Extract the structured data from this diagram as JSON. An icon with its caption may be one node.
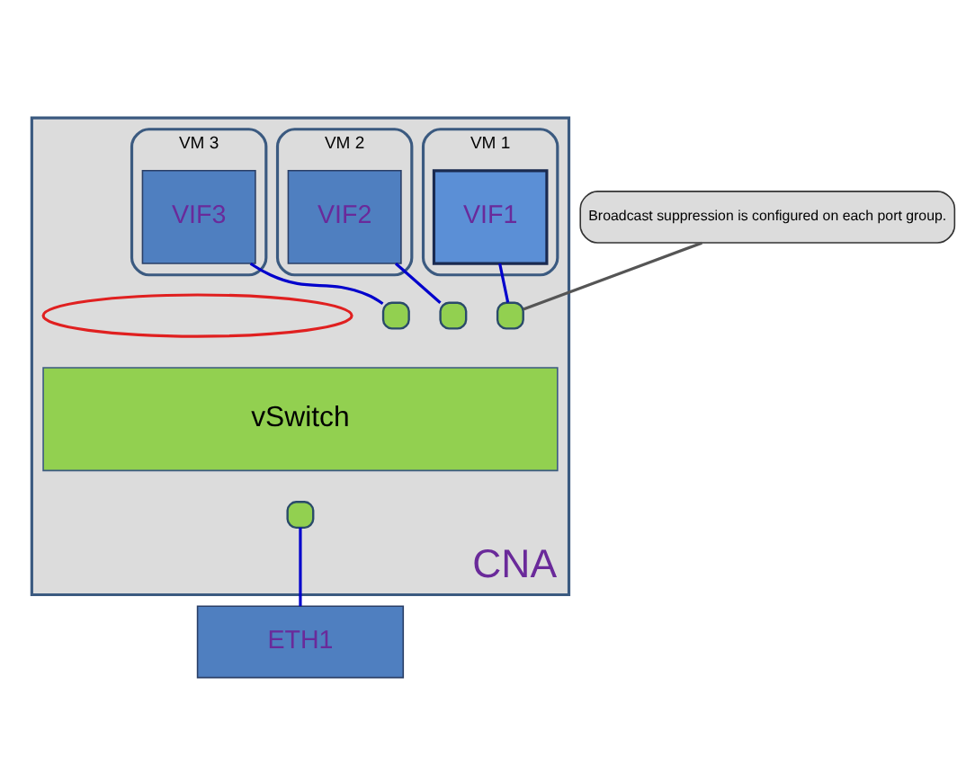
{
  "diagram": {
    "nodes": [
      {
        "text": [
          "CNA"
        ]
      },
      {
        "text": [
          "VM 1"
        ],
        "in": 0
      },
      {
        "text": [
          "VIF1"
        ],
        "in": 1
      },
      {
        "text": [
          "VM 2"
        ],
        "in": 0
      },
      {
        "text": [
          "VIF2"
        ],
        "in": 3
      },
      {
        "text": [
          "VM 3"
        ],
        "in": 0
      },
      {
        "text": [
          "VIF3"
        ],
        "in": 5
      },
      {
        "text": [],
        "shape": "box",
        "in": 0
      },
      {
        "text": [],
        "shape": "box",
        "in": 0
      },
      {
        "text": [],
        "shape": "box",
        "in": 0
      },
      {
        "text": [],
        "shape": "ellipse",
        "in": 0
      },
      {
        "text": [
          "vSwitch"
        ],
        "in": 0
      },
      {
        "text": [],
        "shape": "box",
        "in": 0
      },
      {
        "text": [
          "Broadcast suppression is configured on each port group."
        ]
      },
      {
        "text": [
          "ETH1"
        ]
      }
    ],
    "edges": [
      {
        "from": 2,
        "to": 7,
        "arrow": "none"
      },
      {
        "from": 4,
        "to": 8,
        "arrow": "none"
      },
      {
        "from": 6,
        "to": 9,
        "arrow": "none"
      },
      {
        "from": 12,
        "to": 14,
        "arrow": "none"
      },
      {
        "from": 13,
        "to": 7,
        "arrow": "none",
        "color": "#555555"
      }
    ]
  }
}
